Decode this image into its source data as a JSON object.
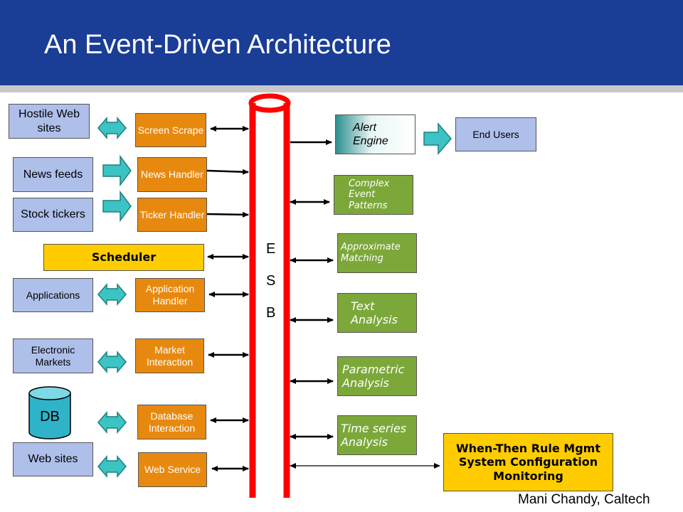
{
  "title": "An Event-Driven Architecture",
  "sources": [
    {
      "id": "hostile",
      "label": "Hostile Web sites"
    },
    {
      "id": "news",
      "label": "News feeds"
    },
    {
      "id": "stock",
      "label": "Stock tickers"
    },
    {
      "id": "applications",
      "label": "Applications"
    },
    {
      "id": "electronic",
      "label": "Electronic Markets"
    },
    {
      "id": "db",
      "label": "DB"
    },
    {
      "id": "websites",
      "label": "Web sites"
    }
  ],
  "handlers": [
    {
      "id": "screen",
      "label": "Screen Scrape"
    },
    {
      "id": "news",
      "label": "News Handler"
    },
    {
      "id": "ticker",
      "label": "Ticker Handler"
    },
    {
      "id": "application",
      "label": "Application Handler"
    },
    {
      "id": "market",
      "label": "Market Interaction"
    },
    {
      "id": "database",
      "label": "Database Interaction"
    },
    {
      "id": "web",
      "label": "Web Service"
    }
  ],
  "scheduler": "Scheduler",
  "esb_letters": [
    "E",
    "S",
    "B"
  ],
  "analyzers": [
    {
      "id": "complex",
      "label": "Complex Event Patterns"
    },
    {
      "id": "approx",
      "label": "Approximate Matching"
    },
    {
      "id": "text",
      "label": "Text Analysis"
    },
    {
      "id": "parametric",
      "label": "Parametric Analysis"
    },
    {
      "id": "timeseries",
      "label": "Time series Analysis"
    }
  ],
  "alert_engine": "Alert Engine",
  "end_users": "End Users",
  "rule_mgmt": [
    "When-Then Rule Mgmt",
    "System Configuration",
    "Monitoring"
  ],
  "credit": "Mani Chandy, Caltech",
  "colors": {
    "header": "#1a3d96",
    "source_box": "#aebfea",
    "handler_box": "#e8890f",
    "analyzer_box": "#7ca83a",
    "scheduler_box": "#ffcc00",
    "esb_bus": "#ff0000",
    "fat_arrow": "#3cc3c3"
  }
}
